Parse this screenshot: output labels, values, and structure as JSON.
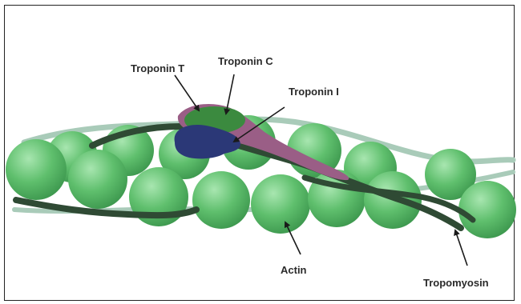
{
  "labels": {
    "troponin_t": "Troponin T",
    "troponin_c": "Troponin C",
    "troponin_i": "Troponin I",
    "actin": "Actin",
    "tropomyosin": "Tropomyosin"
  },
  "colors": {
    "actin": "#5fbf6d",
    "tropomyosin": "#2f4a34",
    "tropomyosin_strand_light": "#a9cbb9",
    "troponin_t": "#9a5e86",
    "troponin_c": "#3b8a3f",
    "troponin_i": "#2b3877",
    "text": "#2a2a2a"
  }
}
